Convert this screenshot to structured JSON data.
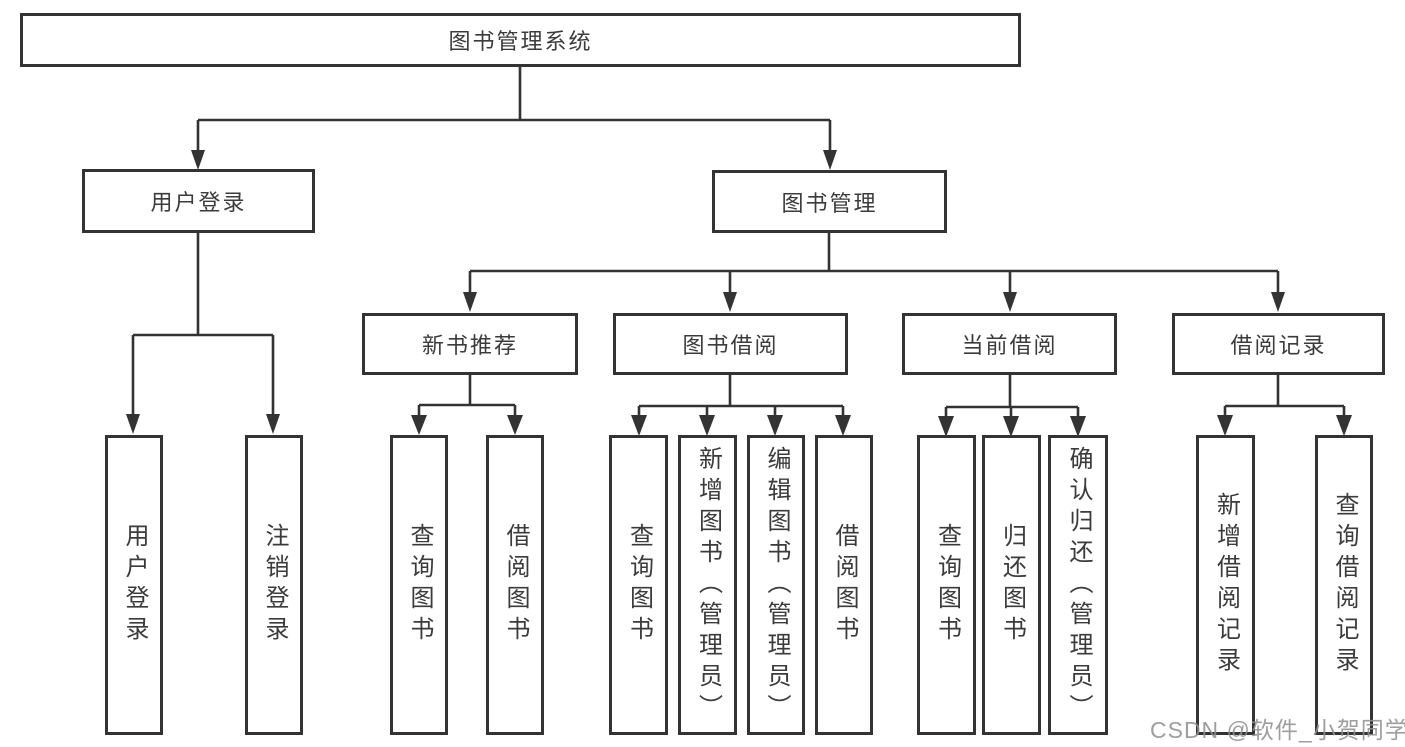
{
  "tree": {
    "root": {
      "label": "图书管理系统"
    },
    "branches": [
      {
        "label": "用户登录",
        "leaves": [
          {
            "label": "用户登录"
          },
          {
            "label": "注销登录"
          }
        ]
      },
      {
        "label": "图书管理",
        "groups": [
          {
            "label": "新书推荐",
            "leaves": [
              {
                "label": "查询图书"
              },
              {
                "label": "借阅图书"
              }
            ]
          },
          {
            "label": "图书借阅",
            "leaves": [
              {
                "label": "查询图书"
              },
              {
                "label": "新增图书（管理员）"
              },
              {
                "label": "编辑图书（管理员）"
              },
              {
                "label": "借阅图书"
              }
            ]
          },
          {
            "label": "当前借阅",
            "leaves": [
              {
                "label": "查询图书"
              },
              {
                "label": "归还图书"
              },
              {
                "label": "确认归还（管理员）"
              }
            ]
          },
          {
            "label": "借阅记录",
            "leaves": [
              {
                "label": "新增借阅记录"
              },
              {
                "label": "查询借阅记录"
              }
            ]
          }
        ]
      }
    ]
  },
  "watermark": "CSDN @软件_小贺同学",
  "colors": {
    "line": "#333333",
    "text": "#3b3b3b",
    "watermark": "#919191",
    "background": "#ffffff"
  }
}
